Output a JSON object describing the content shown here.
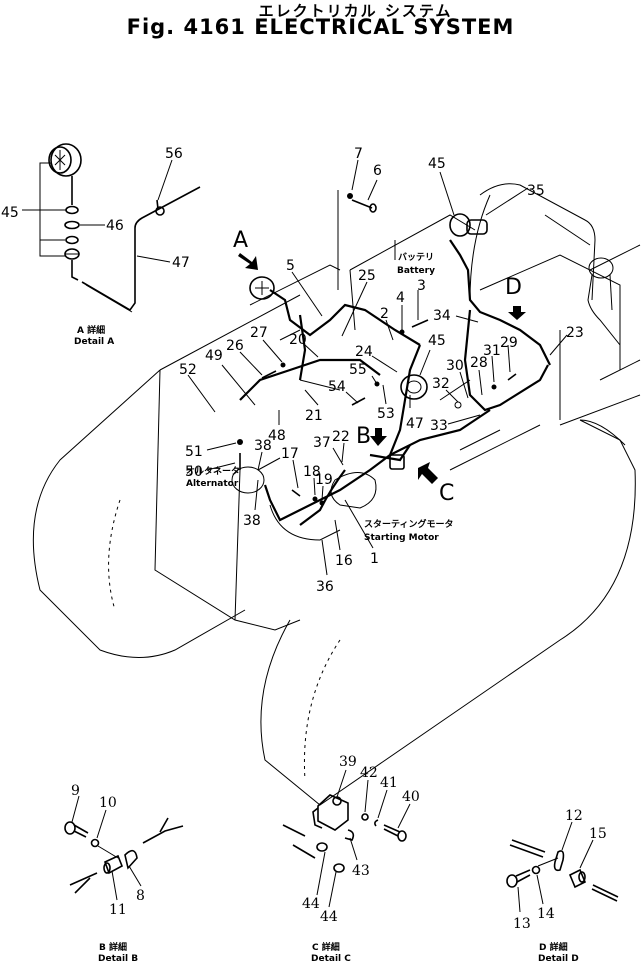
{
  "header": {
    "title_jp": "エレクトリカル システム",
    "title_en": "Fig. 4161 ELECTRICAL SYSTEM"
  },
  "callouts": {
    "main": [
      "1",
      "2",
      "3",
      "4",
      "5",
      "6",
      "7",
      "16",
      "17",
      "18",
      "19",
      "20",
      "21",
      "22",
      "23",
      "24",
      "25",
      "26",
      "27",
      "28",
      "29",
      "30",
      "31",
      "32",
      "33",
      "34",
      "35",
      "36",
      "37",
      "38",
      "38",
      "45",
      "45",
      "47",
      "48",
      "49",
      "50",
      "51",
      "52",
      "53",
      "54",
      "55"
    ],
    "detail_a": [
      "45",
      "46",
      "47",
      "56"
    ],
    "detail_b": [
      "8",
      "9",
      "10",
      "11"
    ],
    "detail_c": [
      "39",
      "40",
      "41",
      "42",
      "43",
      "44",
      "44"
    ],
    "detail_d": [
      "12",
      "13",
      "14",
      "15"
    ]
  },
  "view_markers": [
    "A",
    "B",
    "C",
    "D"
  ],
  "component_labels": {
    "battery_jp": "バッテリ",
    "battery_en": "Battery",
    "alternator_jp": "オルタネータ",
    "alternator_en": "Alternator",
    "starting_motor_jp": "スターティングモータ",
    "starting_motor_en": "Starting  Motor"
  },
  "details": {
    "a": {
      "jp": "A 詳細",
      "en": "Detail A"
    },
    "b": {
      "jp": "B 詳細",
      "en": "Detail B"
    },
    "c": {
      "jp": "C 詳細",
      "en": "Detail C"
    },
    "d": {
      "jp": "D 詳細",
      "en": "Detail D"
    }
  }
}
